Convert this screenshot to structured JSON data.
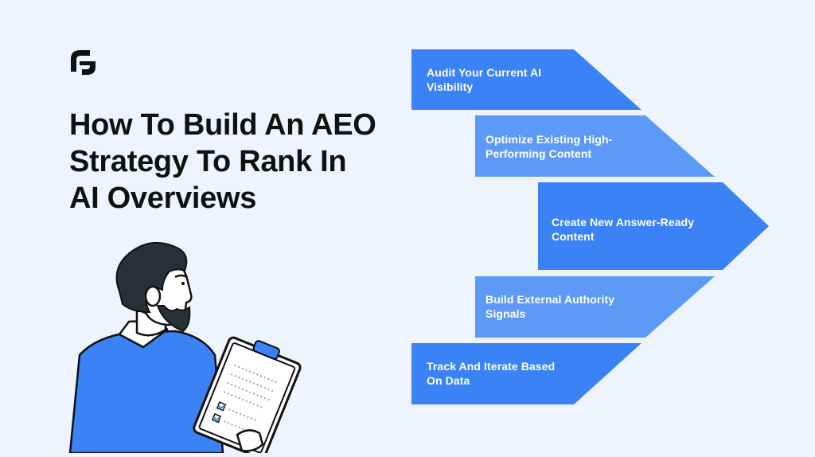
{
  "brand": {
    "logo_icon": "g-logo-icon",
    "color": "#111111"
  },
  "title": {
    "line1": "How To Build An AEO",
    "line2": "Strategy To Rank In",
    "line3": "AI Overviews"
  },
  "illustration": {
    "icon": "man-with-clipboard-illustration",
    "accent": "#3b82f6"
  },
  "steps": [
    {
      "line1": "Audit Your Current AI",
      "line2": "Visibility",
      "color": "#3b82f6"
    },
    {
      "line1": "Optimize Existing High-",
      "line2": "Performing Content",
      "color": "#5d9af7"
    },
    {
      "line1": "Create New Answer-Ready",
      "line2": "Content",
      "color": "#3b82f6"
    },
    {
      "line1": "Build External Authority",
      "line2": "Signals",
      "color": "#5d9af7"
    },
    {
      "line1": "Track And Iterate Based",
      "line2": "On Data",
      "color": "#3b82f6"
    }
  ]
}
